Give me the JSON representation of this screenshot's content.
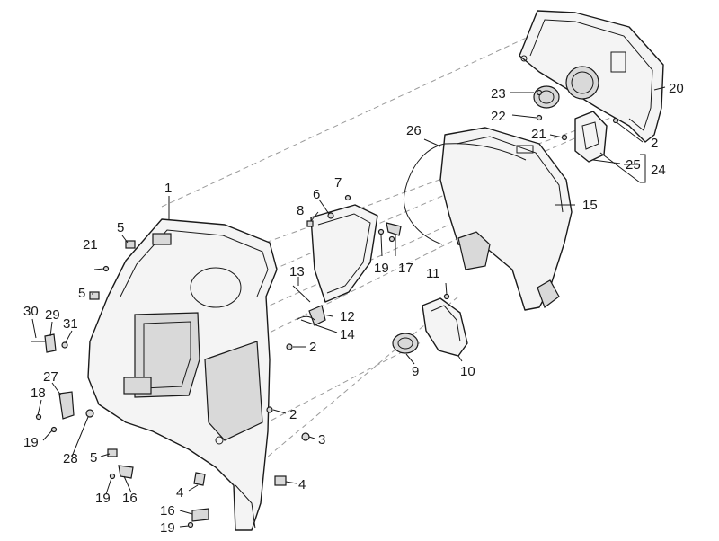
{
  "callouts": {
    "c1": "1",
    "c2a": "2",
    "c2b": "2",
    "c2c": "2",
    "c3": "3",
    "c4a": "4",
    "c4b": "4",
    "c5a": "5",
    "c5b": "5",
    "c5c": "5",
    "c6": "6",
    "c7": "7",
    "c8": "8",
    "c9": "9",
    "c10": "10",
    "c11": "11",
    "c12": "12",
    "c13": "13",
    "c14": "14",
    "c15": "15",
    "c16a": "16",
    "c16b": "16",
    "c17": "17",
    "c18": "18",
    "c19a": "19",
    "c19b": "19",
    "c19c": "19",
    "c19d": "19",
    "c20": "20",
    "c21a": "21",
    "c21b": "21",
    "c22": "22",
    "c23": "23",
    "c24": "24",
    "c25": "25",
    "c26": "26",
    "c27": "27",
    "c28": "28",
    "c29": "29",
    "c30": "30",
    "c31": "31"
  },
  "colors": {
    "line": "#1a1a1a",
    "dash": "#9a9a9a",
    "fill": "#f4f4f4"
  }
}
